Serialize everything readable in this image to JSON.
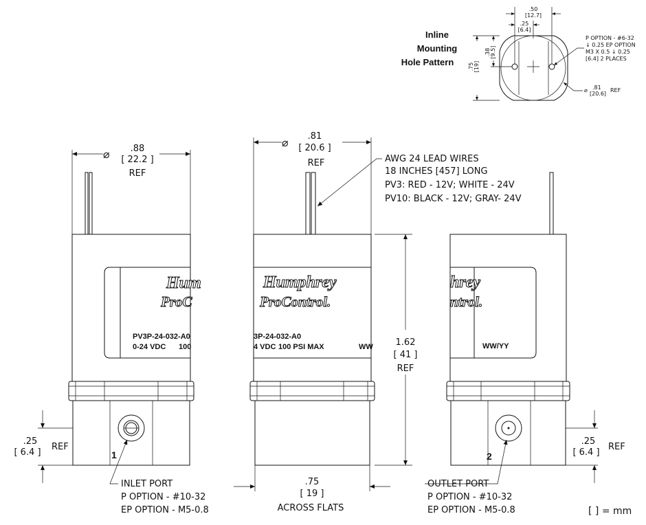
{
  "inline": {
    "title_line1": "Inline",
    "title_line2": "Mounting",
    "title_line3": "Hole Pattern",
    "dim_top_in": ".50",
    "dim_top_mm": "[12.7]",
    "dim_mid_in": ".25",
    "dim_mid_mm": "[6.4]",
    "dim_left1_in": ".38",
    "dim_left1_mm": "[9.5]",
    "dim_left2_in": ".75",
    "dim_left2_mm": "[19]",
    "note_line1": "P OPTION - #6-32",
    "note_line2": "↓ 0.25 EP OPTION",
    "note_line3": "M3 X 0.5 ↓ 0.25",
    "note_line4": "[6.4] 2 PLACES",
    "dia_in": ".81",
    "dia_mm": "[20.6]",
    "dia_ref": "REF"
  },
  "left_view": {
    "dia_symbol": "⌀",
    "dia_in": ".88",
    "dia_mm": "[ 22.2 ]",
    "dia_ref": "REF",
    "logo_line1": "Hum",
    "logo_line2": "ProC",
    "label_part": "PV3P-24-032-A0",
    "label_volt": "0-24 VDC",
    "label_psi": "100",
    "port_number": "1",
    "port_in": ".25",
    "port_mm": "[ 6.4 ]",
    "port_ref": "REF",
    "port_title": "INLET PORT",
    "port_p": "P OPTION - #10-32",
    "port_ep": "EP OPTION - M5-0.8"
  },
  "center_view": {
    "dia_symbol": "⌀",
    "dia_in": ".81",
    "dia_mm": "[ 20.6 ]",
    "dia_ref": "REF",
    "wire_note1": "AWG 24 LEAD WIRES",
    "wire_note2": "18 INCHES [457] LONG",
    "wire_note3": "PV3: RED - 12V; WHITE - 24V",
    "wire_note4": "PV10: BLACK - 12V; GRAY- 24V",
    "logo_line1": "Humphrey",
    "logo_line2": "ProControl.",
    "label_part": "3P-24-032-A0",
    "label_volt": "4 VDC",
    "label_psi": "100 PSI MAX",
    "label_ww": "WW",
    "height_in": "1.62",
    "height_mm": "[ 41 ]",
    "height_ref": "REF",
    "flats_in": ".75",
    "flats_mm": "[ 19 ]",
    "flats_text": "ACROSS FLATS"
  },
  "right_view": {
    "logo_line1": "hrey",
    "logo_line2": "ntrol.",
    "label_ww": "WW/YY",
    "port_number": "2",
    "port_in": ".25",
    "port_mm": "[ 6.4 ]",
    "port_ref": "REF",
    "port_title": "OUTLET PORT",
    "port_p": "P OPTION - #10-32",
    "port_ep": "EP OPTION - M5-0.8"
  },
  "legend": {
    "mm_note": "[ ] = mm"
  }
}
